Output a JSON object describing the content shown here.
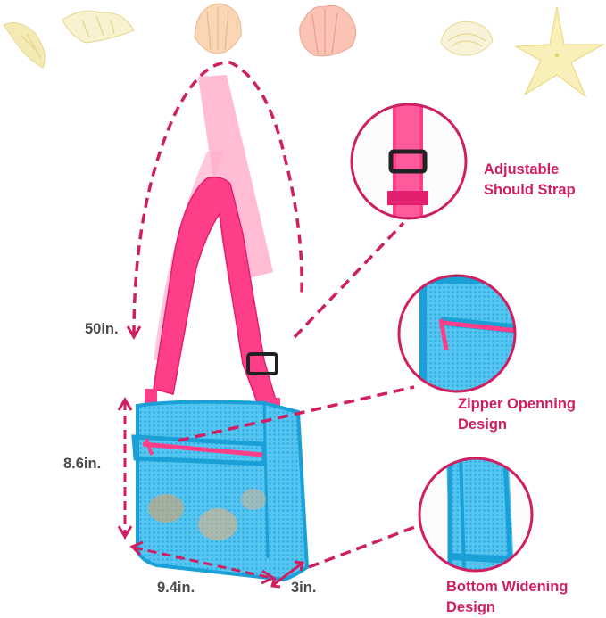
{
  "colors": {
    "strap": "#ff3e8a",
    "strap_shadow": "#ffb0cc",
    "bag": "#37b7ea",
    "bag_edge": "#1a9fd6",
    "dash": "#cf1f63",
    "dimension_text": "#4a4a4a",
    "feature_text": "#cf1f63",
    "shell": "#f4ebb4"
  },
  "dimensions": {
    "strap_length": "50in.",
    "height": "8.6in.",
    "width": "9.4in.",
    "depth": "3in."
  },
  "features": {
    "strap": [
      "Adjustable",
      "Should Strap"
    ],
    "zipper": [
      "Zipper Openning",
      "Design"
    ],
    "bottom": [
      "Bottom Widening",
      "Design"
    ]
  },
  "decorations": [
    "conch-shell-icon",
    "scallop-shell-icon",
    "clam-shell-icon",
    "starfish-icon"
  ]
}
